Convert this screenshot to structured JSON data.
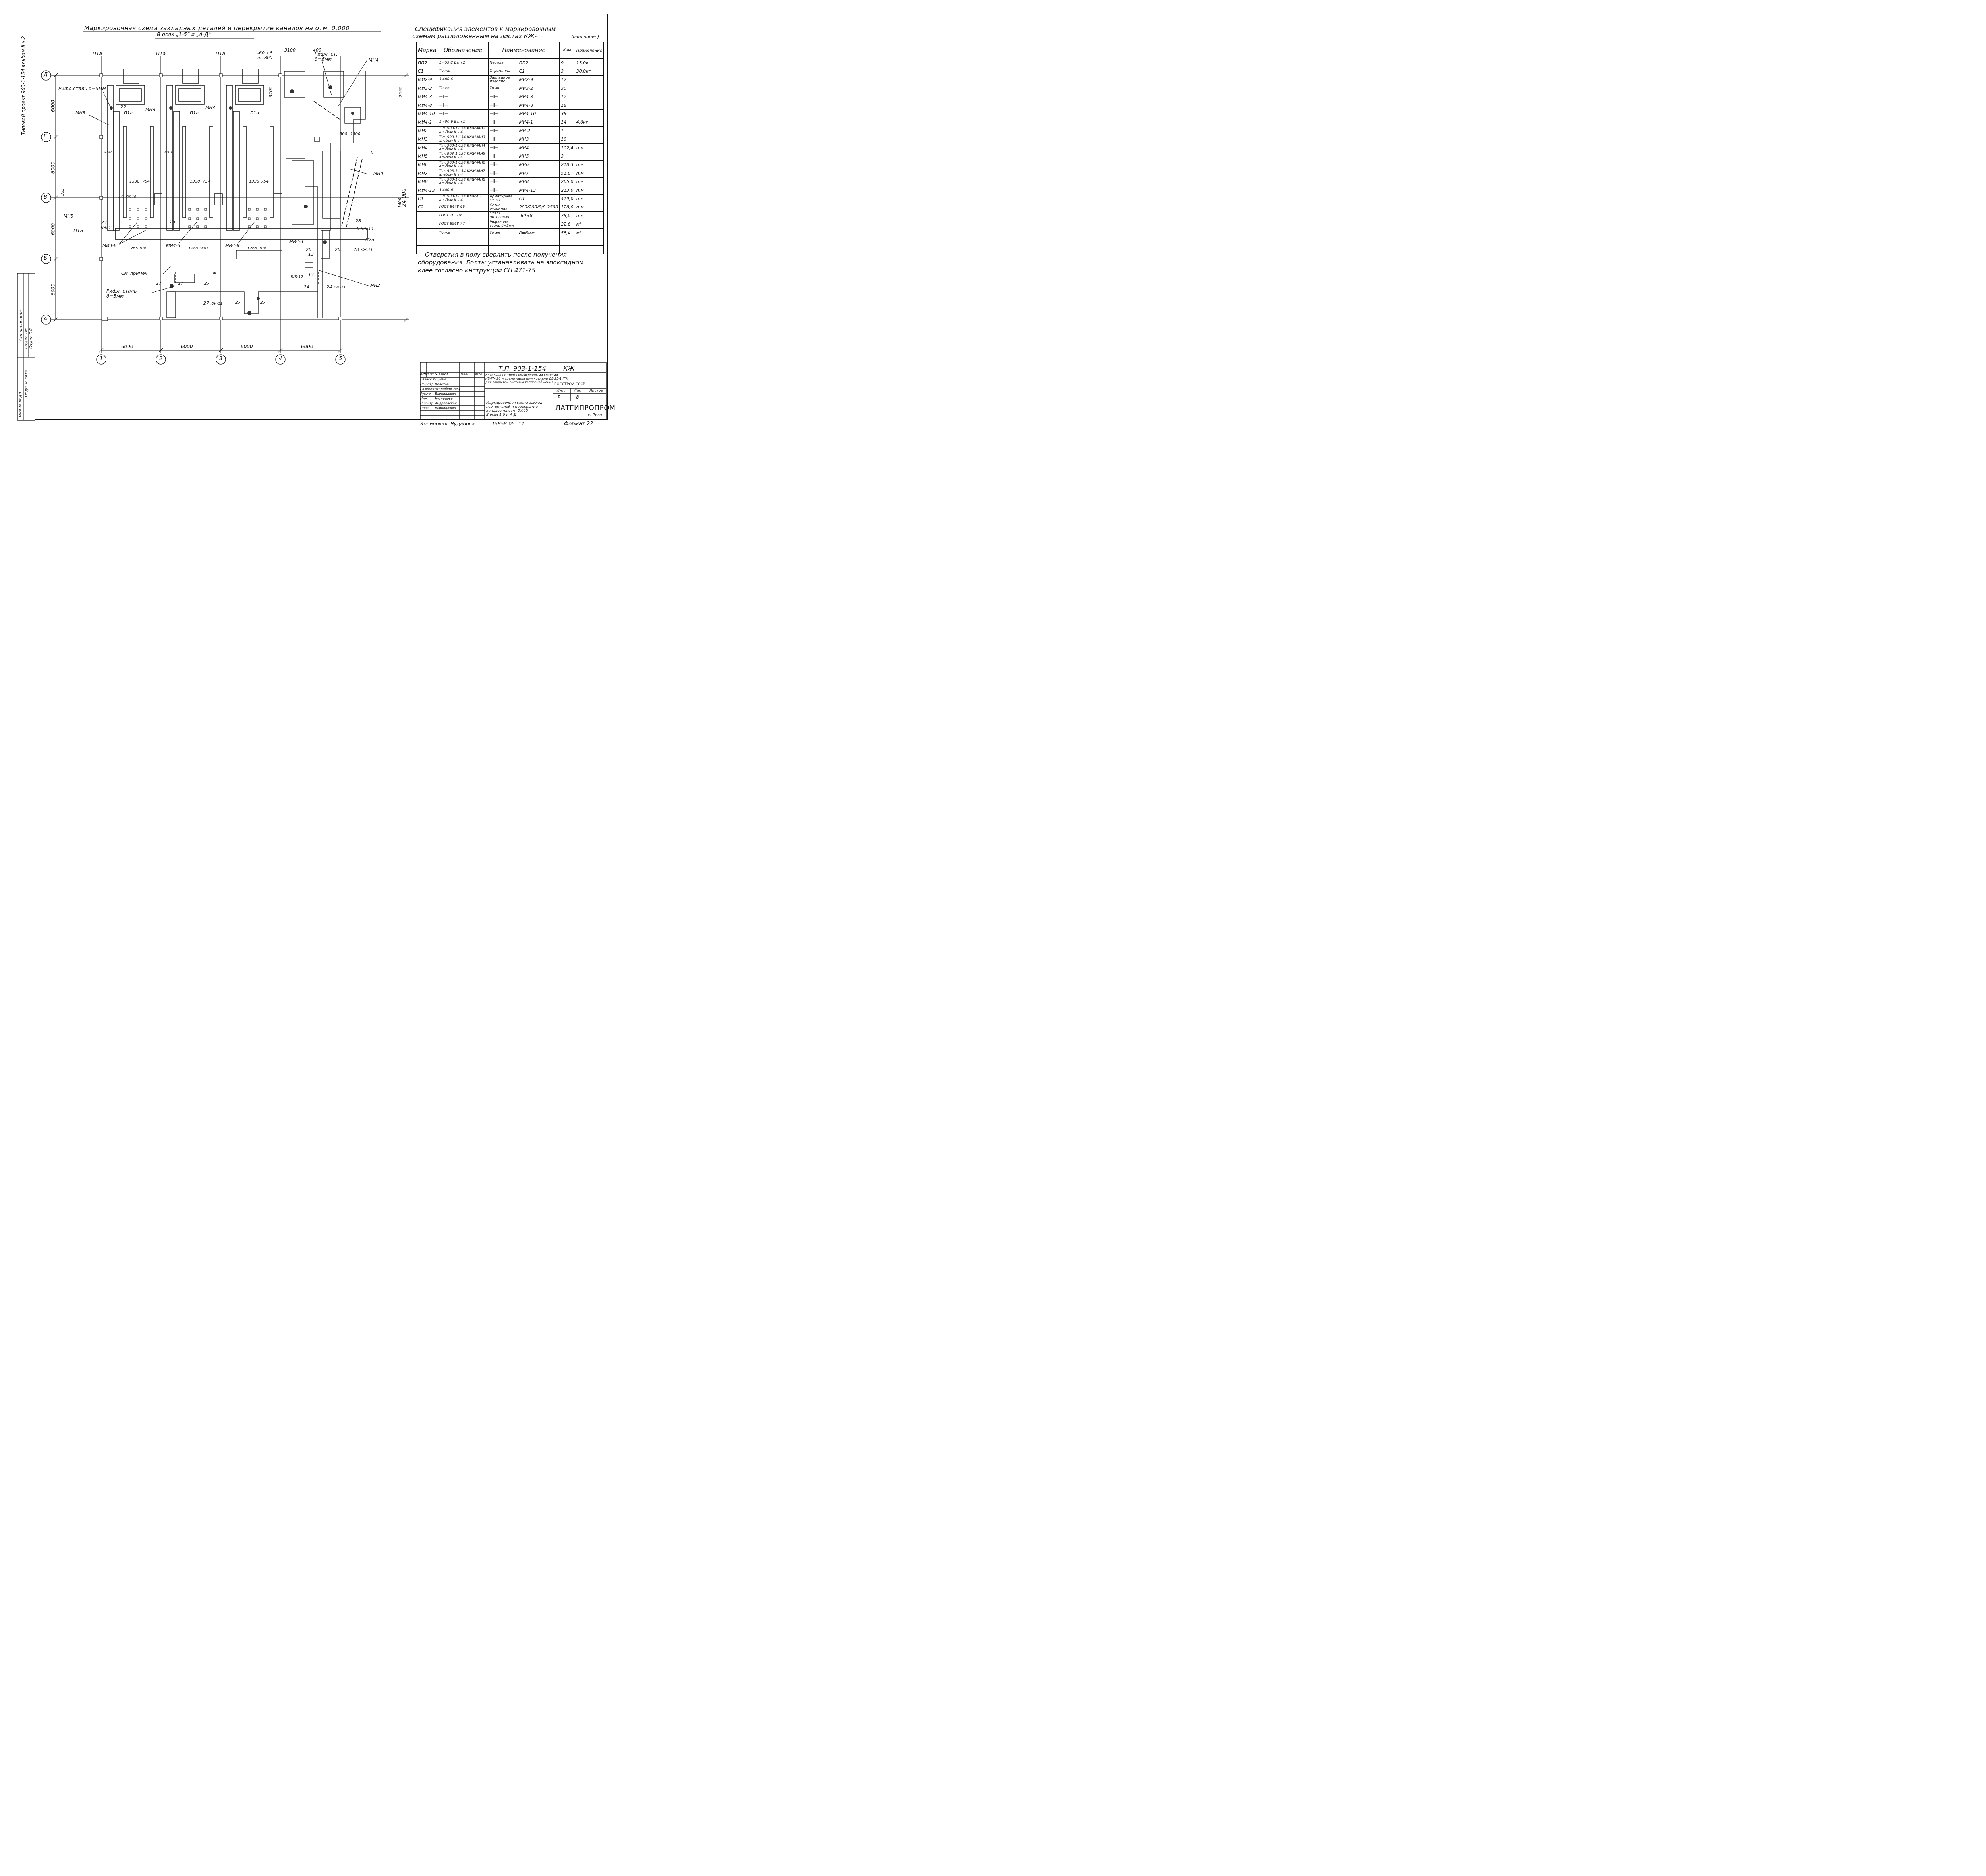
{
  "drawing": {
    "title_line1": "Маркировочная схема закладных деталей и перекрытие каналов на отм. 0,000",
    "title_line2": "В осях „1-5“ и „А-Д“",
    "side_label": "Типовой проект 903-1-154 альбом II ч.2",
    "axes_rows": [
      "Д",
      "Г",
      "В",
      "Б",
      "А"
    ],
    "axes_cols": [
      "1",
      "2",
      "3",
      "4",
      "5"
    ],
    "col_spacing": [
      "6000",
      "6000",
      "6000",
      "6000"
    ],
    "row_spacing": [
      "6000",
      "6000",
      "6000",
      "6000"
    ],
    "overall_dim": "24 000",
    "labels": {
      "p1a": "П1а",
      "mn3": "МН3",
      "mn4": "МН4",
      "mn5": "МН5",
      "mn2": "МН2",
      "mi4_8": "МИ4-8",
      "mi4_3": "МИ4-3",
      "rifl_5": "Рифл.сталь δ=5мм",
      "rifl_6": "Рифл. ст. δ=6мм",
      "rifl_5b": "Рифл. сталь δ=5мм",
      "sm_prim": "См. примеч",
      "plate": "-60 x 8",
      "plate_w": "ш. 800",
      "d3100": "3100",
      "d400": "400",
      "d3200": "3200",
      "d2550": "2550",
      "d1338": "1338",
      "d754": "754",
      "d1265": "1265",
      "d930": "930",
      "d1400": "1400",
      "d900": "900",
      "d1300": "1300",
      "d335": "335",
      "d450": "450",
      "m22": "22",
      "m23": "23",
      "m25": "25",
      "m26": "26",
      "m27": "27",
      "m28": "28",
      "m24": "24",
      "m13": "13",
      "m14": "14",
      "m6": "6",
      "kzh10": "КЖ-10",
      "kzh11": "КЖ-11"
    }
  },
  "spec": {
    "title_line1": "Спецификация элементов к маркировочным",
    "title_line2": "схемам расположенным на листах КЖ-",
    "title_suffix": "(окончание)",
    "headers": [
      "Марка",
      "Обозначение",
      "Наименование",
      "К-во",
      "Примечание"
    ],
    "rows": [
      [
        "ПП2",
        "1.459-2 Вып.2",
        "Перила",
        "ПП2",
        "9",
        "13,0кг"
      ],
      [
        "С1",
        "То же",
        "Стремянка",
        "С1",
        "3",
        "30,0кг"
      ],
      [
        "МИ2-9",
        "3.400-6",
        "Закладное изделие",
        "МИ2-9",
        "12",
        ""
      ],
      [
        "МИ3-2",
        "То же",
        "То же",
        "МИ3-2",
        "30",
        ""
      ],
      [
        "МИ4-3",
        "—‖—",
        "—‖—",
        "МИ4-3",
        "12",
        ""
      ],
      [
        "МИ4-8",
        "—‖—",
        "—‖—",
        "МИ4-8",
        "18",
        ""
      ],
      [
        "МИ4-10",
        "—‖—",
        "—‖—",
        "МИ4-10",
        "35",
        ""
      ],
      [
        "МИ4-1",
        "1.400-6 Вып.1",
        "—‖—",
        "МИ4-1",
        "14",
        "4,0кг"
      ],
      [
        "МН2",
        "Т.п. 903-1-154 КЖИ-МН2 альбом II ч.4",
        "—‖—",
        "МН 2",
        "1",
        ""
      ],
      [
        "МН3",
        "Т.п. 903-1-154 КЖИ-МН3 альбом II ч.4",
        "—‖—",
        "МН3",
        "10",
        ""
      ],
      [
        "МН4",
        "Т.п. 903-1-154 КЖИ-МН4 альбом II ч.4",
        "—‖—",
        "МН4",
        "102,4",
        "п.м"
      ],
      [
        "МН5",
        "Т.п. 903-1-154 КЖИ-МН5 альбом II ч.4",
        "—‖—",
        "МН5",
        "3",
        ""
      ],
      [
        "МН6",
        "Т.п. 903-1-154 КЖИ-МН6 альбом II ч.4",
        "—‖—",
        "МН6",
        "218,3",
        "п.м"
      ],
      [
        "МН7",
        "Т.п. 903-1-154 КЖИ-МН7 альбом II ч.4",
        "—‖—",
        "МН7",
        "51,0",
        "п.м"
      ],
      [
        "МН8",
        "Т.п. 903-1-154 КЖИ-МН8 альбом II ч.4",
        "—‖—",
        "МН8",
        "265,0",
        "п.м"
      ],
      [
        "МИ4-13",
        "3.400-6",
        "—‖—",
        "МИ4-13",
        "213,0",
        "п.м"
      ],
      [
        "С1",
        "Т.п. 903-1-154 КЖИ-С1 альбом II ч.4",
        "Арматурная сетка",
        "С1",
        "419,0",
        "п.м"
      ],
      [
        "С2",
        "ГОСТ 8478-66",
        "Сетка рулонная",
        "200/200/8/8 2500",
        "128,0",
        "п.м"
      ],
      [
        "",
        "ГОСТ 103-76",
        "Сталь полосовая",
        "-60×8",
        "75,0",
        "п.м"
      ],
      [
        "",
        "ГОСТ 8568-77",
        "Рифленая сталь δ=5мм",
        "",
        "22,6",
        "м²"
      ],
      [
        "",
        "То же",
        "То же",
        "δ=6мм",
        "58,4",
        "м²"
      ],
      [
        "",
        "",
        "",
        "",
        "",
        ""
      ],
      [
        "",
        "",
        "",
        "",
        "",
        ""
      ]
    ]
  },
  "note": {
    "line1": "Отверстия в полу сверлить после получения",
    "line2": "оборудования. Болты устанавливать на эпоксидном",
    "line3": "клее согласно инструкции СН 471-75."
  },
  "stamp": {
    "project": "Т.П. 903-1-154",
    "mark": "КЖ",
    "desc1": "Котельная с тремя водогрейными котлами",
    "desc2": "КВ-ГМ-20 и тремя паровыми котлами ДЕ-25-14ГМ",
    "desc3": "для закрытой системы теплоснабжения",
    "sheet_title1": "Маркировочная схема заклад-",
    "sheet_title2": "ных деталей и перекрытие",
    "sheet_title3": "каналов на отм. 0,000",
    "sheet_title4": "В осях 1-5 и А-Д",
    "stage_h": "Лит.",
    "sheet_h": "Лист",
    "sheets_h": "Листов",
    "stage": "Р",
    "sheet": "8",
    "org": "ЛАТГИПРОПРОМ",
    "city": "г. Рига",
    "org_pre": "ГОССТРОЙ СССР",
    "cols": [
      "Изм.",
      "Лист",
      "№ докум.",
      "Подп.",
      "Дата"
    ],
    "roles": [
      [
        "Гл.инж.пр.",
        "Думан"
      ],
      [
        "Нач.отд.",
        "Калетов"
      ],
      [
        "Гл.конст.",
        "Эгарцберг-Зенчик"
      ],
      [
        "Рук.гр.",
        "Варнишевич"
      ],
      [
        "Инж.",
        "Кузнецова"
      ],
      [
        "Н.контр.",
        "Андреевская"
      ],
      [
        "Пров.",
        "Варнишевич"
      ]
    ],
    "copied": "Копировал: Чуданова",
    "order": "15858-05",
    "num": "11",
    "format": "Формат 22"
  },
  "left_stamp": {
    "agreed": "Согласовано:",
    "dept1": "Отдел ТМ",
    "dept2": "Отдел ЭЛ",
    "inv": "Инв.№ подл.",
    "sign": "Подп. и дата"
  }
}
